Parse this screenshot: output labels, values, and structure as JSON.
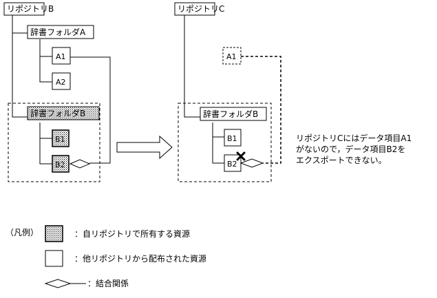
{
  "left": {
    "repo_label": "リポジトリB",
    "folder_a": "辞書フォルダA",
    "item_a1": "A1",
    "item_a2": "A2",
    "folder_b": "辞書フォルダB",
    "item_b1": "B1",
    "item_b2": "B2"
  },
  "right": {
    "repo_label": "リポジトリC",
    "item_a1": "A1",
    "folder_b": "辞書フォルダB",
    "item_b1": "B1",
    "item_b2": "B2"
  },
  "note_lines": [
    "リポジトリCにはデータ項目A1",
    "がないので，データ項目B2を",
    "エクスポートできない。"
  ],
  "legend": {
    "title": "（凡例）",
    "own_resource": "：自リポジトリで所有する資源",
    "other_resource": "：他リポジトリから配布された資源",
    "relation": "：結合関係"
  }
}
